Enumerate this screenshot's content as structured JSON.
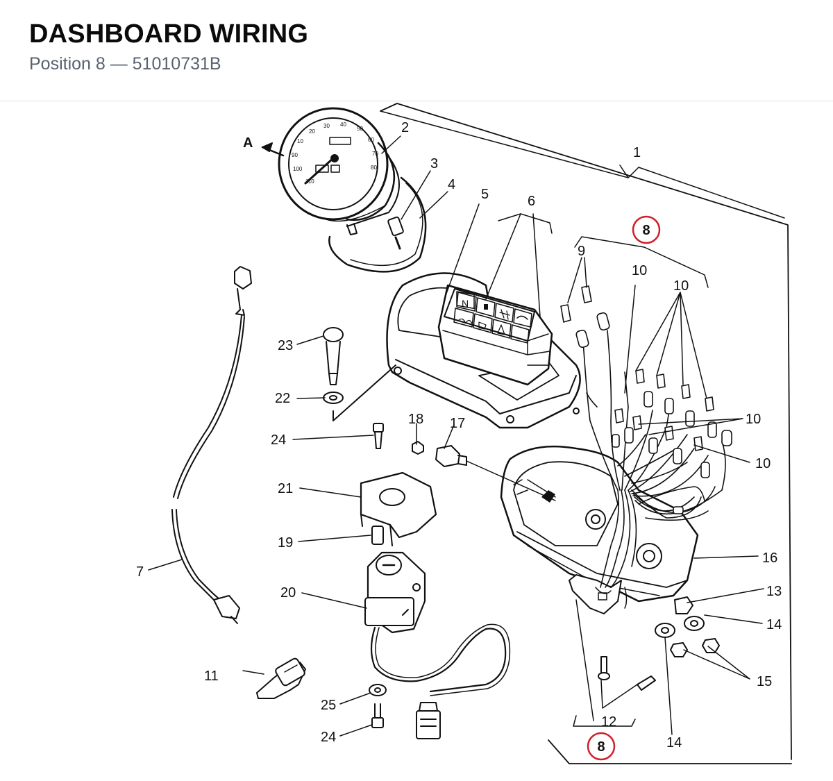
{
  "header": {
    "title": "DASHBOARD WIRING",
    "subtitle": "Position 8 — 51010731B"
  },
  "diagram": {
    "arrow_label": "A",
    "highlight_color": "#d01f2a",
    "callouts": {
      "c1": "1",
      "c2": "2",
      "c3": "3",
      "c4": "4",
      "c5": "5",
      "c6": "6",
      "c7": "7",
      "c8_top": "8",
      "c8_bottom": "8",
      "c9": "9",
      "c10a": "10",
      "c10b": "10",
      "c10c": "10",
      "c10d": "10",
      "c11": "11",
      "c12": "12",
      "c13": "13",
      "c14a": "14",
      "c14b": "14",
      "c15": "15",
      "c16": "16",
      "c17": "17",
      "c18": "18",
      "c19": "19",
      "c20": "20",
      "c21": "21",
      "c22": "22",
      "c23": "23",
      "c24a": "24",
      "c24b": "24",
      "c25": "25"
    },
    "gauge_ticks": [
      "10",
      "20",
      "30",
      "40",
      "50",
      "60",
      "70",
      "80",
      "90",
      "100",
      "110"
    ]
  }
}
